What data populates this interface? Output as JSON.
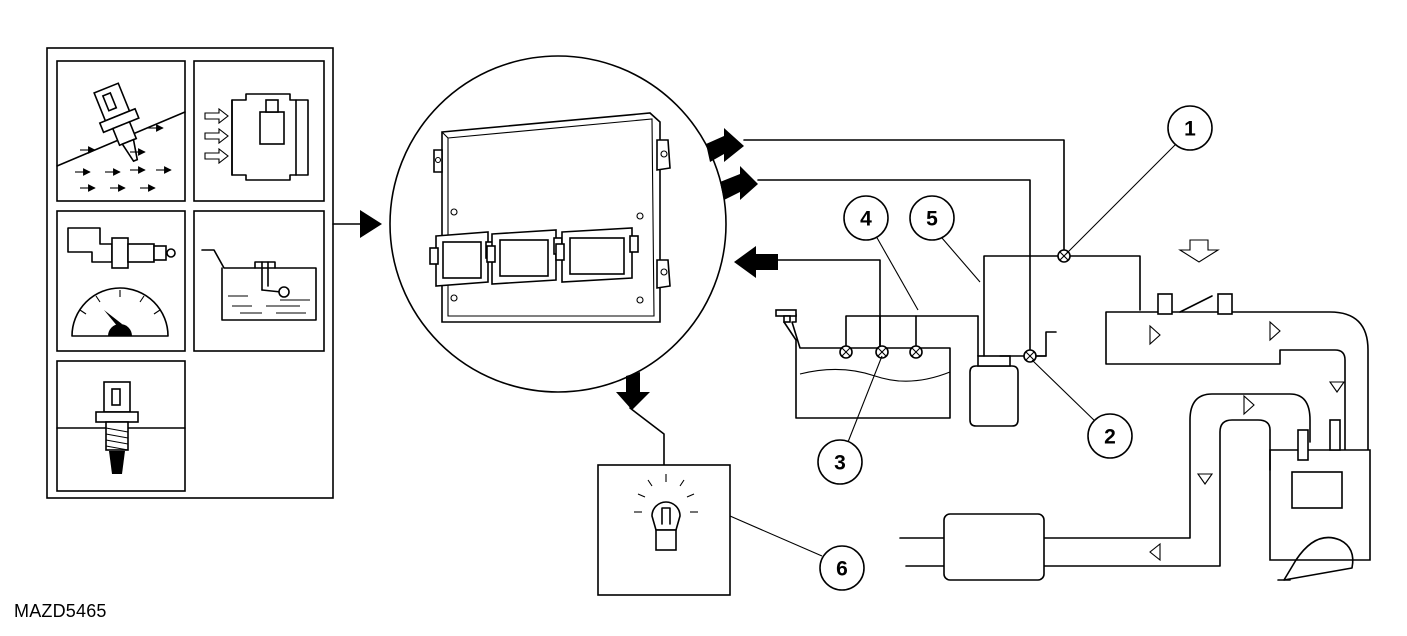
{
  "callouts": [
    {
      "id": "1",
      "label": "1"
    },
    {
      "id": "2",
      "label": "2"
    },
    {
      "id": "3",
      "label": "3"
    },
    {
      "id": "4",
      "label": "4"
    },
    {
      "id": "5",
      "label": "5"
    },
    {
      "id": "6",
      "label": "6"
    }
  ],
  "diagram_code": "MAZD5465",
  "icons": [
    "engine-coolant-temp-sensor-icon",
    "mass-air-flow-sensor-icon",
    "vehicle-speed-sensor-icon",
    "fuel-level-sensor-icon",
    "knock-sensor-icon",
    "ecu-icon",
    "warning-lamp-icon",
    "fuel-tank-icon",
    "canister-icon",
    "intake-manifold-icon",
    "engine-icon",
    "muffler-icon"
  ]
}
